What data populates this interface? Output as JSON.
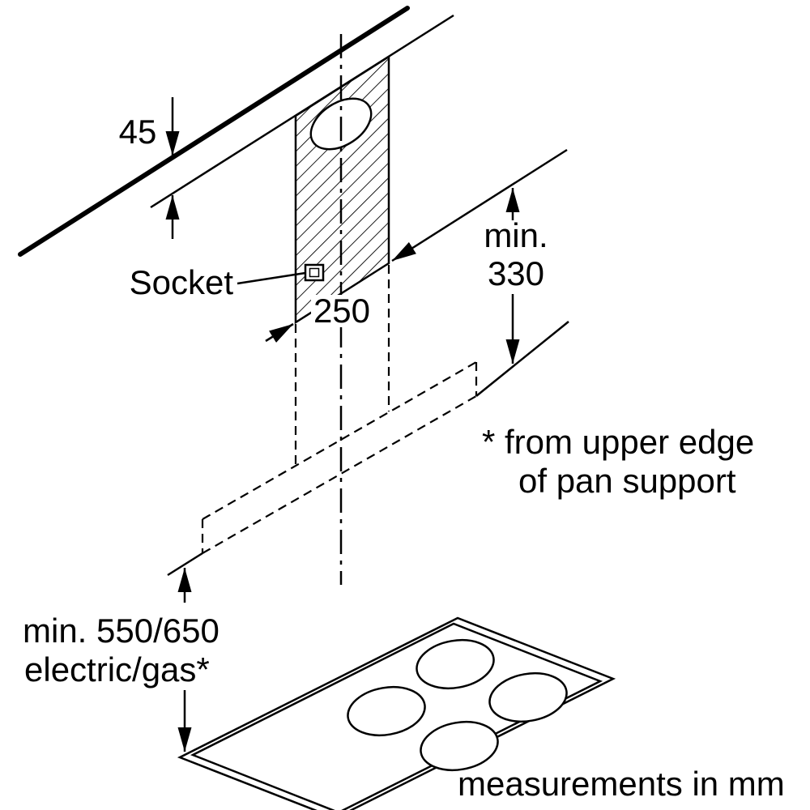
{
  "diagram": {
    "type": "installation-dimension-diagram",
    "labels": {
      "dim_45": "45",
      "socket": "Socket",
      "dim_250": "250",
      "dim_330_line1": "min.",
      "dim_330_line2": "330",
      "note_line1": "* from upper edge",
      "note_line2": "of pan support",
      "dim_550_line1": "min. 550/650",
      "dim_550_line2": "electric/gas*",
      "units": "measurements in mm"
    },
    "colors": {
      "line": "#000000",
      "background": "#ffffff"
    }
  }
}
